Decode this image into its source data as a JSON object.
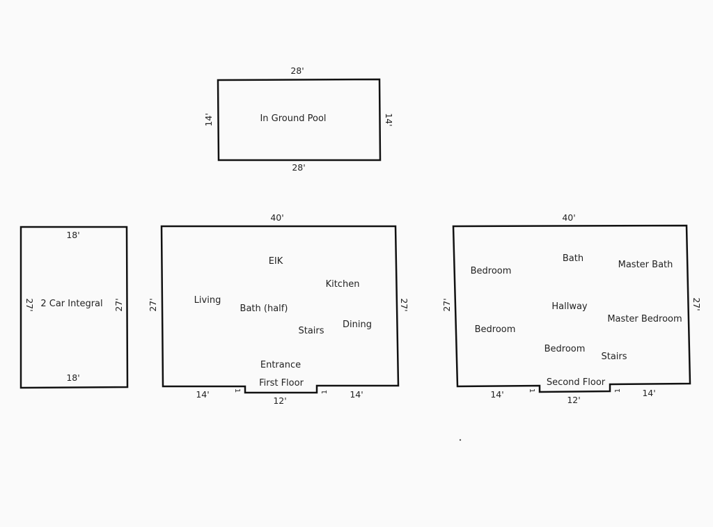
{
  "pool": {
    "label": "In Ground Pool",
    "dim_top": "28'",
    "dim_bottom": "28'",
    "dim_left": "14'",
    "dim_right": "14'"
  },
  "garage": {
    "label": "2 Car Integral",
    "dim_top": "18'",
    "dim_bottom": "18'",
    "dim_left": "27'",
    "dim_right": "27'"
  },
  "first_floor": {
    "title": "First Floor",
    "dim_top": "40'",
    "dim_left": "27'",
    "dim_right": "27'",
    "dim_bottom_left": "14'",
    "dim_bottom_mid": "12'",
    "dim_bottom_right": "14'",
    "notch_left": "1",
    "notch_right": "1",
    "rooms": {
      "eik": "EIK",
      "kitchen": "Kitchen",
      "living": "Living",
      "bath_half": "Bath (half)",
      "dining": "Dining",
      "stairs": "Stairs",
      "entrance": "Entrance"
    }
  },
  "second_floor": {
    "title": "Second Floor",
    "dim_top": "40'",
    "dim_left": "27'",
    "dim_right": "27'",
    "dim_bottom_left": "14'",
    "dim_bottom_mid": "12'",
    "dim_bottom_right": "14'",
    "notch_left": "1",
    "notch_right": "1",
    "rooms": {
      "bedroom_1": "Bedroom",
      "bath": "Bath",
      "master_bath": "Master Bath",
      "hallway": "Hallway",
      "master_bedroom": "Master Bedroom",
      "bedroom_2": "Bedroom",
      "bedroom_3": "Bedroom",
      "stairs": "Stairs"
    }
  }
}
